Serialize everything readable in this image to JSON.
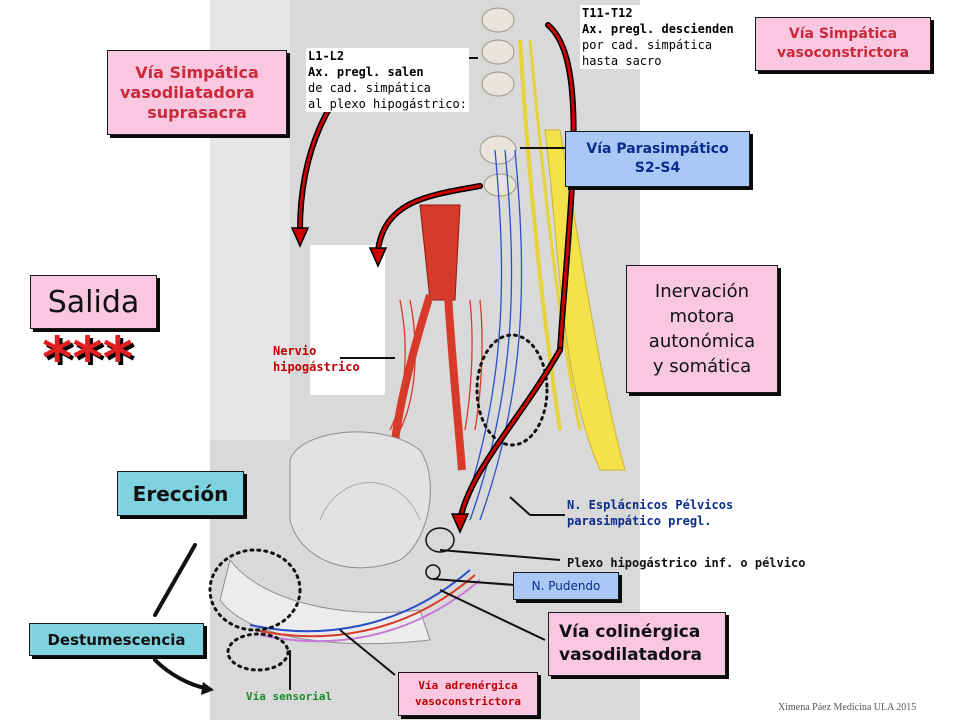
{
  "title_box": "Salida",
  "stars": "***",
  "boxes": {
    "simp_vasodil": [
      "Vía Simpática",
      "vasodilatadora",
      "suprasacra"
    ],
    "simp_vasocons": [
      "Vía Simpática",
      "vasoconstrictora"
    ],
    "parasimp": [
      "Vía Parasimpático",
      "S2-S4"
    ],
    "inervacion": [
      "Inervación",
      "motora",
      "autonómica",
      "y somática"
    ],
    "ereccion": "Erección",
    "destumescencia": "Destumescencia",
    "pudendo": "N. Pudendo",
    "colinergica": [
      "Vía colinérgica",
      "vasodilatadora"
    ],
    "adrenergica": [
      "Vía adrenérgica",
      "vasoconstrictora"
    ]
  },
  "labels": {
    "t11": [
      "T11-T12",
      "Ax. pregl. descienden",
      "por cad. simpática",
      "hasta sacro"
    ],
    "l1": [
      "L1-L2",
      "Ax. pregl. salen",
      "de cad. simpática",
      "al plexo hipogástrico:"
    ],
    "nervio": [
      "Nervio",
      "hipogástrico"
    ],
    "esplacnicos": [
      "N. Esplácnicos Pélvicos",
      "parasimpático pregl."
    ],
    "plexo": "Plexo hipogástrico inf. o pélvico",
    "sensorial": "Vía sensorial",
    "credit": "Ximena Páez Medicina ULA 2015"
  },
  "colors": {
    "pink_box": "#f9c8e0",
    "blue_box": "#a9c8f5",
    "teal_box": "#7fd3e0",
    "red_arrow": "#cc0000",
    "nerve_yellow": "#f3e24a",
    "vessel_red": "#d83a2a"
  }
}
